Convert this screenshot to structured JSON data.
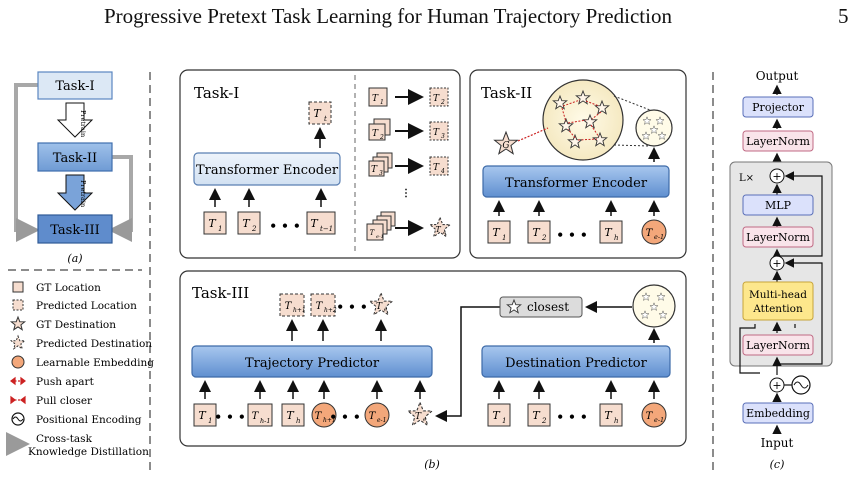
{
  "header": {
    "title": "Progressive Pretext Task Learning for Human Trajectory Prediction",
    "page_number": "5"
  },
  "panel_a": {
    "caption": "(a)",
    "task1": "Task-I",
    "task2": "Task-II",
    "task3": "Task-III",
    "pretrain": "Pretrain"
  },
  "legend": [
    {
      "icon": "square-icon",
      "label": "GT Location"
    },
    {
      "icon": "dashed-square-icon",
      "label": "Predicted Location"
    },
    {
      "icon": "star-icon",
      "label": "GT Destination"
    },
    {
      "icon": "dashed-star-icon",
      "label": "Predicted Destination"
    },
    {
      "icon": "orange-circle-icon",
      "label": "Learnable Embedding"
    },
    {
      "icon": "push-arrow-icon",
      "label": "Push apart"
    },
    {
      "icon": "pull-arrow-icon",
      "label": "Pull closer"
    },
    {
      "icon": "wave-circle-icon",
      "label": "Positional Encoding"
    },
    {
      "icon": "gray-arrow-icon",
      "label": "Cross-task"
    },
    {
      "icon": "",
      "label": "Knowledge Distillation"
    }
  ],
  "panel_b": {
    "caption": "(b)",
    "task1": {
      "title": "Task-I",
      "encoder": "Transformer Encoder",
      "inputs": [
        "T",
        "T",
        "T"
      ],
      "input_subs": [
        "1",
        "2",
        "t−1"
      ],
      "output": "T",
      "output_sub": "t",
      "examples": [
        [
          "T",
          "1",
          "T",
          "2"
        ],
        [
          "T",
          "2",
          "T",
          "3"
        ],
        [
          "T",
          "3",
          "T",
          "4"
        ],
        [
          "T",
          "e-1",
          "T",
          "e"
        ]
      ]
    },
    "task2": {
      "title": "Task-II",
      "encoder": "Transformer Encoder",
      "inputs": [
        "T",
        "T",
        "T",
        "T"
      ],
      "input_subs": [
        "1",
        "2",
        "h",
        "e-1"
      ],
      "gt": "G"
    },
    "task3": {
      "title": "Task-III",
      "traj_pred": "Trajectory Predictor",
      "dest_pred": "Destination Predictor",
      "closest": "closest",
      "traj_inputs": [
        "T",
        "T",
        "T",
        "T",
        "T"
      ],
      "traj_subs": [
        "1",
        "h-1",
        "h",
        "h+1",
        "e-1"
      ],
      "traj_outputs": [
        "T",
        "T",
        "T"
      ],
      "traj_out_subs": [
        "h+1",
        "h+2",
        "e"
      ],
      "dest_token": "T",
      "dest_token_sub": "e",
      "dest_inputs": [
        "T",
        "T",
        "T",
        "T"
      ],
      "dest_subs": [
        "1",
        "2",
        "h",
        "e-1"
      ],
      "ellipsis": "• • •"
    }
  },
  "panel_c": {
    "caption": "(c)",
    "output": "Output",
    "projector": "Projector",
    "layernorm": "LayerNorm",
    "mlp": "MLP",
    "attention_1": "Multi-head",
    "attention_2": "Attention",
    "embedding": "Embedding",
    "input": "Input",
    "repeat": "L×",
    "plus": "+"
  },
  "colors": {
    "task_light": "#dce8f5",
    "task_blue": "#6f9bd4",
    "enc_fill": "#7ba7db",
    "loc_fill": "#f6ddcf",
    "orange": "#f3a77a",
    "mlp": "#dbe1fb",
    "attn": "#fde78c",
    "pink_block": "#f9e4ea",
    "gray_box": "#e6e6e6",
    "red": "#cc2222",
    "arrow_gray": "#999999"
  }
}
